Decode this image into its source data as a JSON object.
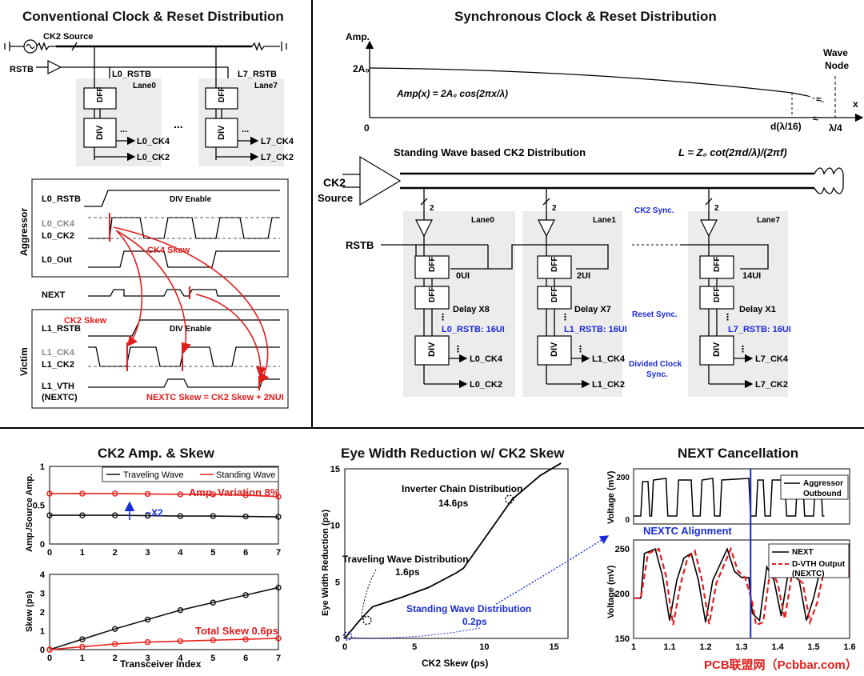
{
  "conventional": {
    "title": "Conventional Clock & Reset Distribution",
    "ck2_source": "CK2 Source",
    "rstb": "RSTB",
    "l0_rstb": "L0_RSTB",
    "l7_rstb": "L7_RSTB",
    "lane0": "Lane0",
    "lane7": "Lane7",
    "dff": "DFF",
    "div": "DIV",
    "ellipsis": "...",
    "l0_ck4": "L0_CK4",
    "l0_ck2": "L0_CK2",
    "l7_ck4": "L7_CK4",
    "l7_ck2": "L7_CK2",
    "aggressor": "Aggressor",
    "victim": "Victim",
    "sig_l0_rstb": "L0_RSTB",
    "sig_l0_ck4": "L0_CK4",
    "sig_l0_ck2": "L0_CK2",
    "sig_l0_out": "L0_Out",
    "sig_next": "NEXT",
    "sig_l1_rstb": "L1_RSTB",
    "sig_l1_ck4": "L1_CK4",
    "sig_l1_ck2": "L1_CK2",
    "sig_l1_vth": "L1_VTH",
    "sig_nextc": "(NEXTC)",
    "div_enable": "DIV Enable",
    "ck4_skew": "CK4 Skew",
    "ck2_skew": "CK2 Skew",
    "nextc_skew": "NEXTC Skew = CK2 Skew + 2NUI"
  },
  "synchronous": {
    "title": "Synchronous Clock & Reset Distribution",
    "amp": "Amp.",
    "two_a0": "2A₀",
    "zero": "0",
    "formula": "Amp(x) = 2A₀ cos(2πx/λ)",
    "d_label": "d(λ/16)",
    "lambda4": "λ/4",
    "x_axis": "x",
    "wave": "Wave",
    "node": "Node",
    "standing": "Standing Wave based CK2 Distribution",
    "l_formula": "L = Z₀ cot(2πd/λ)/(2πf)",
    "ck2": "CK2",
    "source": "Source",
    "rstb": "RSTB",
    "two": "2",
    "lane0": "Lane0",
    "lane1": "Lane1",
    "lane7": "Lane7",
    "ck2_sync": "CK2 Sync.",
    "reset_sync": "Reset Sync.",
    "div_sync1": "Divided Clock",
    "div_sync2": "Sync.",
    "ui0": "0UI",
    "ui2": "2UI",
    "ui14": "14UI",
    "delay8": "Delay X8",
    "delay7": "Delay X7",
    "delay1": "Delay X1",
    "l0_rstb": "L0_RSTB: 16UI",
    "l1_rstb": "L1_RSTB: 16UI",
    "l7_rstb": "L7_RSTB: 16UI",
    "l0_ck4": "L0_CK4",
    "l0_ck2": "L0_CK2",
    "l1_ck4": "L1_CK4",
    "l1_ck2": "L1_CK2",
    "l7_ck4": "L7_CK4",
    "l7_ck2": "L7_CK2",
    "dff": "DFF",
    "div": "DIV",
    "dots": "......."
  },
  "ck2amp": {
    "title": "CK2 Amp. & Skew",
    "ylabel_top": "Amp./Source Amp.",
    "legend_traveling": "Traveling Wave",
    "legend_standing": "Standing Wave",
    "amp_variation": "Amp. Variation 8%",
    "x2": "~X2",
    "ylabel_bottom": "Skew (ps)",
    "total_skew": "Total Skew 0.6ps",
    "xlabel": "Transceiver Index",
    "x_ticks": [
      "0",
      "1",
      "2",
      "3",
      "4",
      "5",
      "6",
      "7"
    ],
    "y_ticks_top": [
      "0",
      "0.5",
      "1"
    ],
    "y_ticks_bottom": [
      "0",
      "1",
      "2",
      "3",
      "4"
    ],
    "colors": {
      "traveling": "#111111",
      "standing": "#e8231d"
    }
  },
  "eye": {
    "title": "Eye Width Reduction w/ CK2 Skew",
    "ylabel": "Eye Width Reduction (ps)",
    "xlabel": "CK2 Skew (ps)",
    "inverter1": "Inverter Chain Distribution",
    "inverter2": "14.6ps",
    "traveling1": "Traveling Wave Distribution",
    "traveling2": "1.6ps",
    "standing1": "Standing Wave Distribution",
    "standing2": "0.2ps",
    "x_ticks": [
      "0",
      "5",
      "10",
      "15"
    ],
    "y_ticks": [
      "0",
      "5",
      "10",
      "15"
    ]
  },
  "next": {
    "title": "NEXT Cancellation",
    "ylabel_top": "Voltage (mV)",
    "ylabel_bottom": "Voltage (mV)",
    "aggr1": "Aggressor",
    "aggr2": "Outbound",
    "alignment": "NEXTC Alignment",
    "legend_next": "NEXT",
    "legend_dvth1": "D-VTH Output",
    "legend_dvth2": "(NEXTC)",
    "y_ticks_bottom": [
      "150",
      "200",
      "250"
    ],
    "y_ticks_top": [
      "0",
      "200"
    ],
    "x_ticks": [
      "1",
      "1.1",
      "1.2",
      "1.3",
      "1.4",
      "1.5",
      "1.6"
    ]
  },
  "chart_data": [
    {
      "type": "line",
      "title": "CK2 Amp. & Skew",
      "xlabel": "",
      "ylabel": "Amp./Source Amp.",
      "x": [
        0,
        1,
        2,
        3,
        4,
        5,
        6,
        7
      ],
      "ylim": [
        0,
        1
      ],
      "series": [
        {
          "name": "Traveling Wave",
          "values": [
            0.37,
            0.37,
            0.37,
            0.365,
            0.36,
            0.36,
            0.355,
            0.35
          ]
        },
        {
          "name": "Standing Wave",
          "values": [
            0.65,
            0.65,
            0.65,
            0.645,
            0.64,
            0.64,
            0.63,
            0.61
          ]
        }
      ]
    },
    {
      "type": "line",
      "title": "",
      "xlabel": "Transceiver Index",
      "ylabel": "Skew (ps)",
      "x": [
        0,
        1,
        2,
        3,
        4,
        5,
        6,
        7
      ],
      "ylim": [
        0,
        4
      ],
      "series": [
        {
          "name": "Traveling Wave",
          "values": [
            0,
            0.55,
            1.1,
            1.6,
            2.1,
            2.5,
            2.9,
            3.3
          ]
        },
        {
          "name": "Standing Wave",
          "values": [
            0,
            0.15,
            0.3,
            0.4,
            0.45,
            0.5,
            0.55,
            0.6
          ]
        }
      ]
    },
    {
      "type": "line",
      "title": "Eye Width Reduction w/ CK2 Skew",
      "xlabel": "CK2 Skew (ps)",
      "ylabel": "Eye Width Reduction (ps)",
      "xlim": [
        0,
        16
      ],
      "ylim": [
        0,
        15
      ],
      "series": [
        {
          "values": [
            [
              0,
              0
            ],
            [
              0.2,
              0.3
            ],
            [
              1,
              1.5
            ],
            [
              1.6,
              2.3
            ],
            [
              2,
              2.8
            ],
            [
              4,
              3.6
            ],
            [
              6,
              4.5
            ],
            [
              8,
              5.8
            ],
            [
              8.5,
              6.2
            ],
            [
              10,
              8.8
            ],
            [
              12,
              12.3
            ],
            [
              14,
              14.4
            ],
            [
              15.5,
              15.5
            ]
          ]
        }
      ]
    },
    {
      "type": "line",
      "title": "NEXT Cancellation",
      "xlabel": "",
      "ylabel": "Voltage (mV)",
      "xlim": [
        1,
        1.6
      ],
      "ylim": [
        150,
        260
      ],
      "series": [
        {
          "name": "NEXT",
          "values": [
            [
              1,
              195
            ],
            [
              1.02,
              195
            ],
            [
              1.03,
              245
            ],
            [
              1.06,
              250
            ],
            [
              1.08,
              220
            ],
            [
              1.1,
              170
            ],
            [
              1.12,
              215
            ],
            [
              1.14,
              240
            ],
            [
              1.16,
              245
            ],
            [
              1.18,
              215
            ],
            [
              1.2,
              168
            ],
            [
              1.22,
              215
            ],
            [
              1.26,
              250
            ],
            [
              1.28,
              225
            ],
            [
              1.3,
              218
            ],
            [
              1.32,
              218
            ],
            [
              1.33,
              178
            ],
            [
              1.35,
              170
            ],
            [
              1.37,
              230
            ],
            [
              1.39,
              215
            ],
            [
              1.41,
              175
            ],
            [
              1.43,
              225
            ],
            [
              1.46,
              215
            ],
            [
              1.48,
              170
            ],
            [
              1.5,
              195
            ],
            [
              1.52,
              230
            ],
            [
              1.56,
              228
            ],
            [
              1.6,
              228
            ]
          ]
        },
        {
          "name": "D-VTH Output (NEXTC)",
          "values": [
            [
              1,
              195
            ],
            [
              1.02,
              195
            ],
            [
              1.04,
              245
            ],
            [
              1.07,
              250
            ],
            [
              1.09,
              220
            ],
            [
              1.11,
              165
            ],
            [
              1.13,
              210
            ],
            [
              1.15,
              240
            ],
            [
              1.17,
              248
            ],
            [
              1.19,
              215
            ],
            [
              1.21,
              166
            ],
            [
              1.23,
              212
            ],
            [
              1.27,
              250
            ],
            [
              1.29,
              225
            ],
            [
              1.31,
              218
            ],
            [
              1.33,
              190
            ],
            [
              1.34,
              165
            ],
            [
              1.36,
              168
            ],
            [
              1.38,
              228
            ],
            [
              1.4,
              212
            ],
            [
              1.42,
              172
            ],
            [
              1.44,
              222
            ],
            [
              1.47,
              212
            ],
            [
              1.49,
              168
            ],
            [
              1.51,
              190
            ],
            [
              1.53,
              228
            ],
            [
              1.57,
              226
            ],
            [
              1.6,
              226
            ]
          ]
        }
      ]
    }
  ],
  "watermark": "PCB联盟网（Pcbbar.com）"
}
